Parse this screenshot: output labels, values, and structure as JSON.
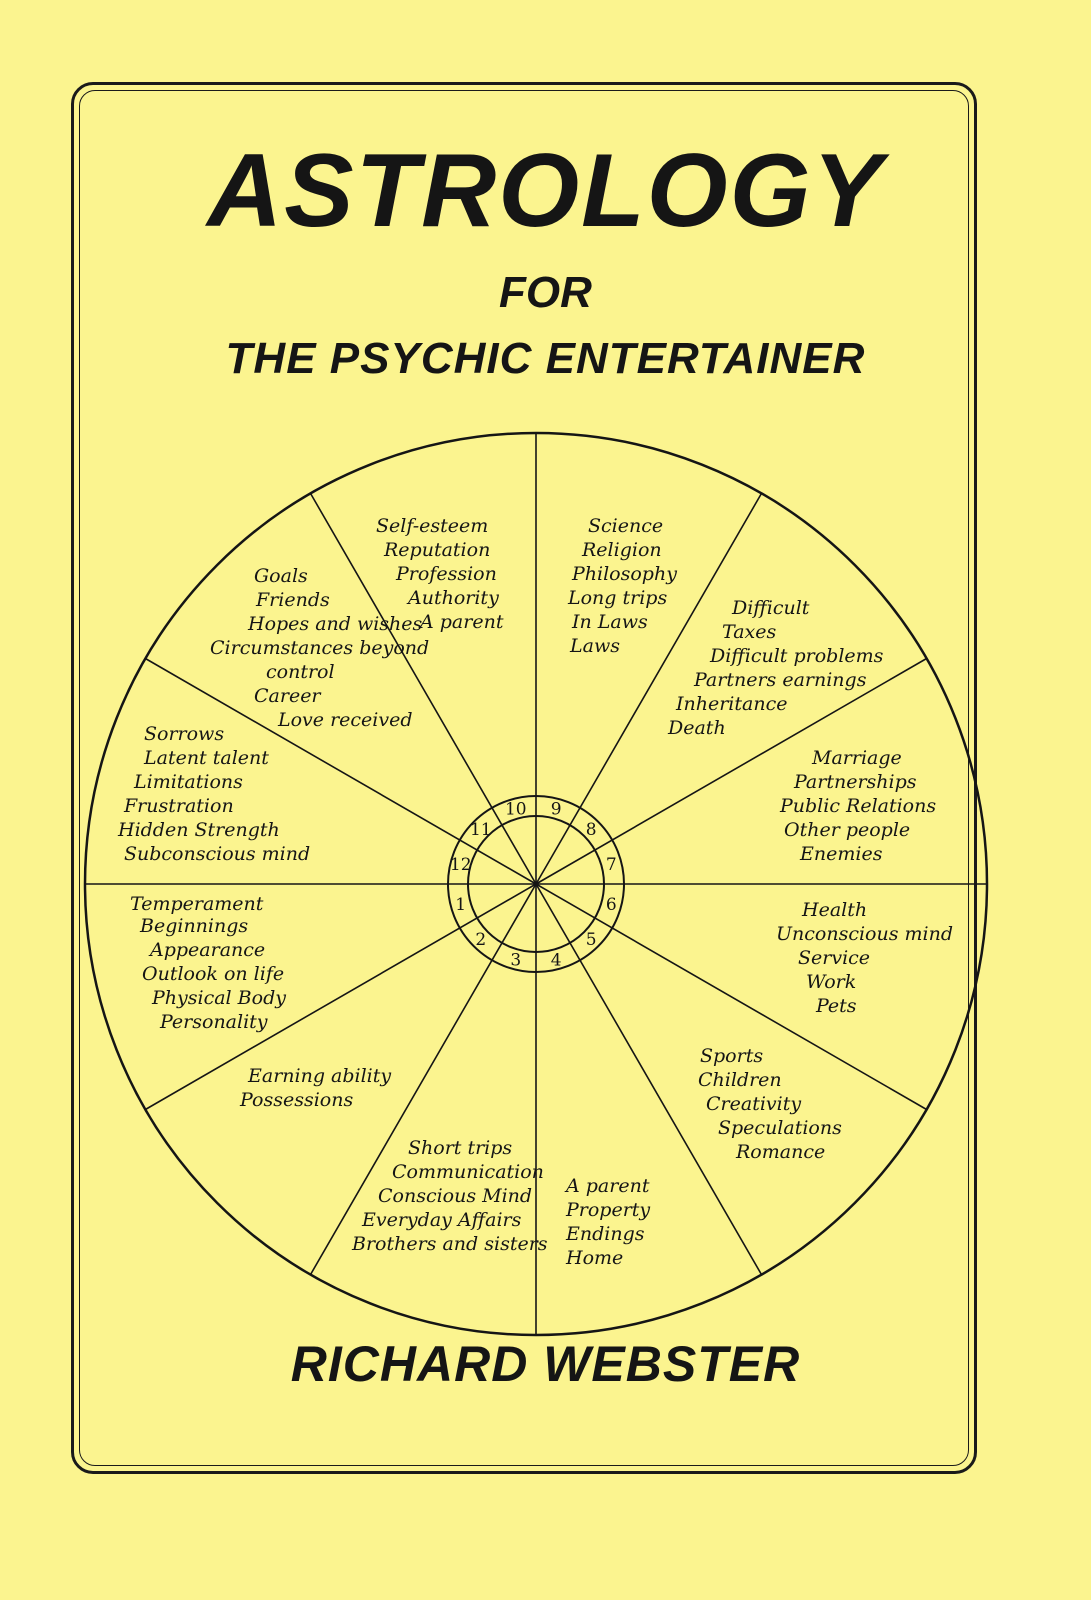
{
  "cover": {
    "title": "ASTROLOGY",
    "subtitle_line1": "FOR",
    "subtitle_line2": "THE PSYCHIC ENTERTAINER",
    "author": "RICHARD WEBSTER"
  },
  "colors": {
    "background": "#fbf48f",
    "ink": "#151515"
  },
  "houses": [
    {
      "number": "1",
      "lines": [
        "Temperament",
        "Beginnings",
        "Appearance",
        "Outlook on life",
        "Physical Body",
        "Personality"
      ]
    },
    {
      "number": "2",
      "lines": [
        "Earning ability",
        "Possessions"
      ]
    },
    {
      "number": "3",
      "lines": [
        "Short trips",
        "Communication",
        "Conscious Mind",
        "Everyday Affairs",
        "Brothers and sisters"
      ]
    },
    {
      "number": "4",
      "lines": [
        "A parent",
        "Property",
        "Endings",
        "Home"
      ]
    },
    {
      "number": "5",
      "lines": [
        "Sports",
        "Children",
        "Creativity",
        "Speculations",
        "Romance"
      ]
    },
    {
      "number": "6",
      "lines": [
        "Health",
        "Unconscious mind",
        "Service",
        "Work",
        "Pets"
      ]
    },
    {
      "number": "7",
      "lines": [
        "Marriage",
        "Partnerships",
        "Public Relations",
        "Other people",
        "Enemies"
      ]
    },
    {
      "number": "8",
      "lines": [
        "Difficult",
        "Taxes",
        "Difficult problems",
        "Partners earnings",
        "Inheritance",
        "Death"
      ]
    },
    {
      "number": "9",
      "lines": [
        "Science",
        "Religion",
        "Philosophy",
        "Long trips",
        "In Laws",
        "Laws"
      ]
    },
    {
      "number": "10",
      "lines": [
        "Self-esteem",
        "Reputation",
        "Profession",
        "Authority",
        "A parent"
      ]
    },
    {
      "number": "11",
      "lines": [
        "Goals",
        "Friends",
        "Hopes and wishes",
        "Circumstances beyond",
        "control",
        "Career",
        "Love received"
      ]
    },
    {
      "number": "12",
      "lines": [
        "Sorrows",
        "Latent talent",
        "Limitations",
        "Frustration",
        "Hidden Strength",
        "Subconscious mind"
      ]
    }
  ]
}
